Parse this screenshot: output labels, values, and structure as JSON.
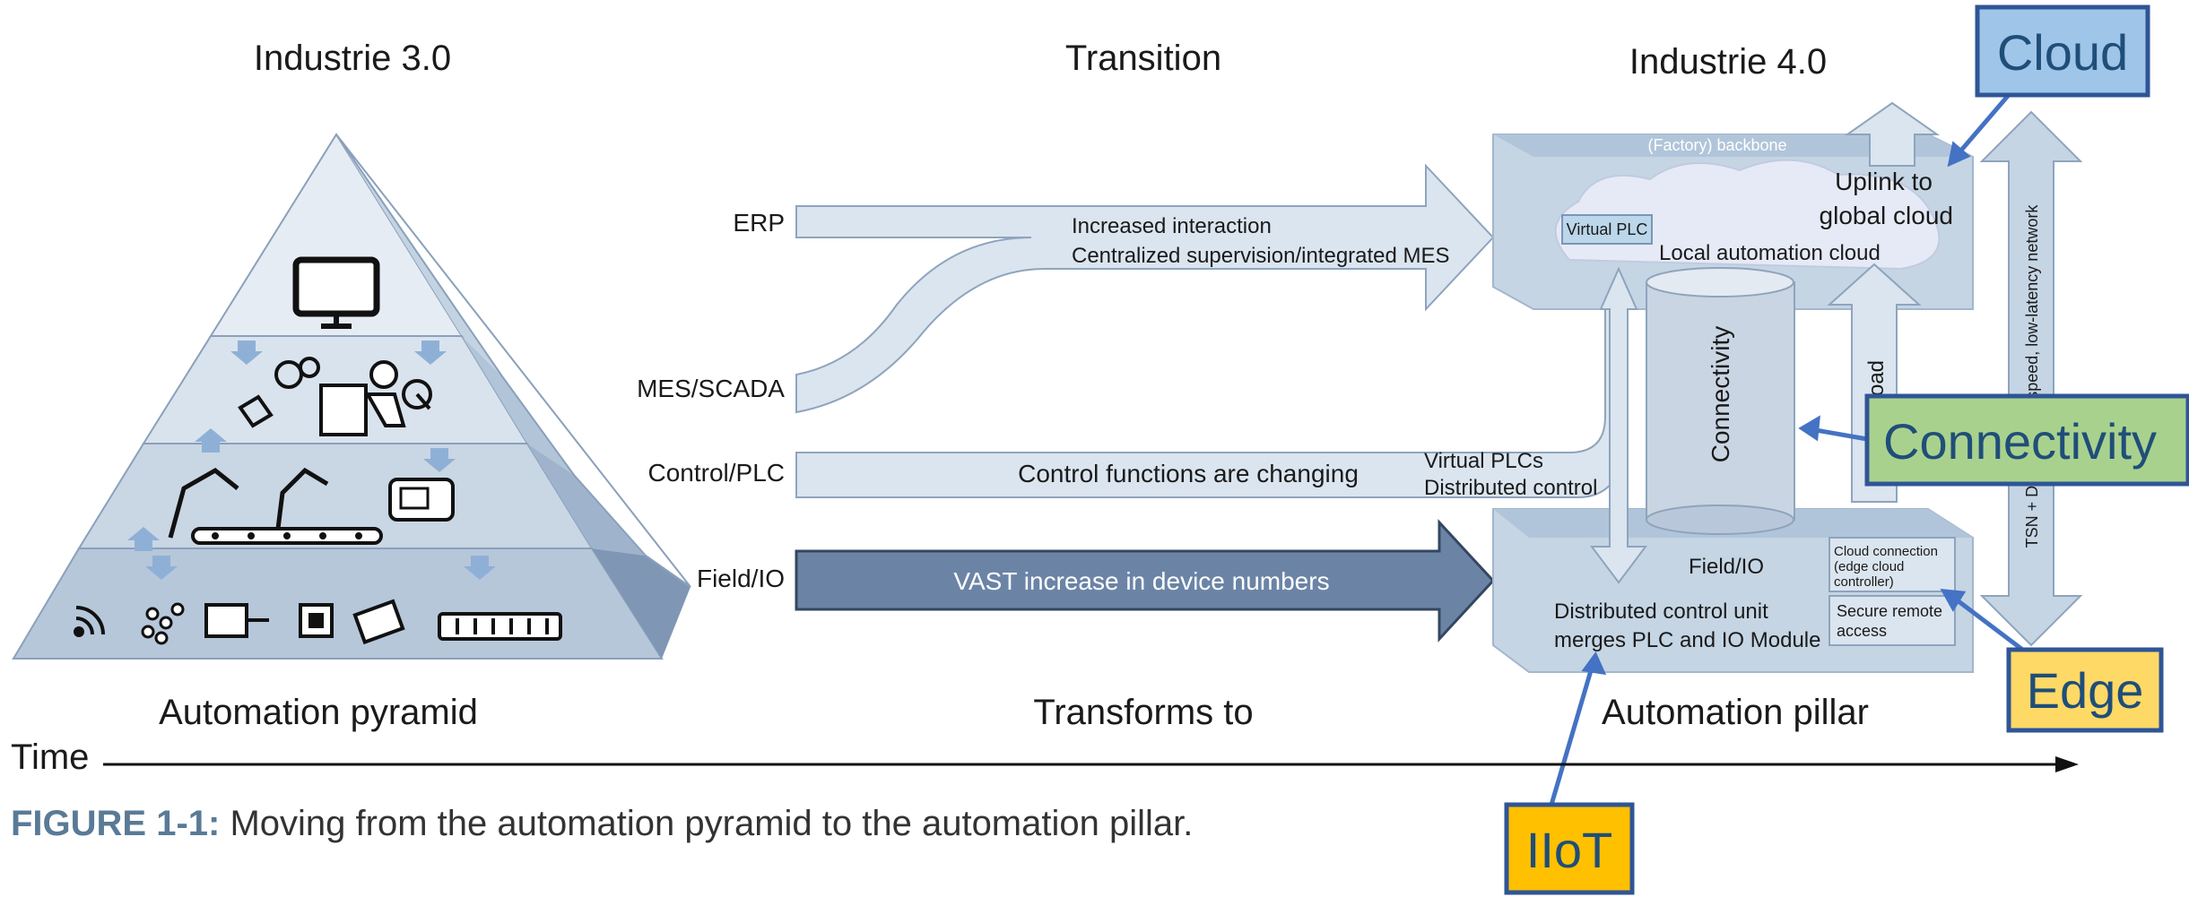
{
  "headers": {
    "industrie3": "Industrie 3.0",
    "transition": "Transition",
    "industrie4": "Industrie 4.0"
  },
  "footers": {
    "pyramid": "Automation pyramid",
    "transforms": "Transforms to",
    "pillar": "Automation pillar",
    "time": "Time"
  },
  "levels": {
    "erp": "ERP",
    "mes": "MES/SCADA",
    "plc": "Control/PLC",
    "field": "Field/IO"
  },
  "arrows": {
    "interaction": "Increased interaction",
    "mes_integrated": "Centralized supervision/integrated MES",
    "control_changing": "Control functions are changing",
    "vast_increase": "VAST increase in device numbers"
  },
  "pillar": {
    "backbone": "(Factory) backbone",
    "uplink_1": "Uplink to",
    "uplink_2": "global cloud",
    "virtual_plc": "Virtual PLC",
    "local_cloud": "Local automation cloud",
    "connectivity": "Connectivity",
    "upload": "Upload",
    "virtual_plcs": "Virtual PLCs",
    "distributed_control": "Distributed control",
    "field_io": "Field/IO",
    "dcu_1": "Distributed control unit",
    "dcu_2": "merges PLC and IO Module",
    "cloud_conn_1": "Cloud connection",
    "cloud_conn_2": "(edge cloud",
    "cloud_conn_3": "controller)",
    "secure_1": "Secure remote",
    "secure_2": "access",
    "tsn": "TSN + DetNet: High-speed, low-latency network"
  },
  "callouts": {
    "cloud": "Cloud",
    "connectivity": "Connectivity",
    "edge": "Edge",
    "iiot": "IIoT"
  },
  "caption": {
    "label": "FIGURE 1-1:",
    "text": " Moving from the automation pyramid to the automation pillar."
  },
  "colors": {
    "arrow_light": "#dbe5ef",
    "arrow_dark": "#6b84a6",
    "pillar_fill": "#c5d5e4",
    "callout_blue": "#9fc5e8",
    "callout_green": "#a9d18e",
    "callout_yellow": "#ffd966",
    "callout_orange": "#ffc000",
    "callout_border": "#2f5597"
  },
  "icons": [
    "monitor-icon",
    "touch-icon",
    "operator-icon",
    "cursor-icon",
    "robot-arm-icon",
    "conveyor-icon",
    "control-panel-icon",
    "wireless-icon",
    "sensor-icon",
    "plug-icon",
    "chip-icon",
    "camera-icon",
    "terminal-block-icon"
  ]
}
